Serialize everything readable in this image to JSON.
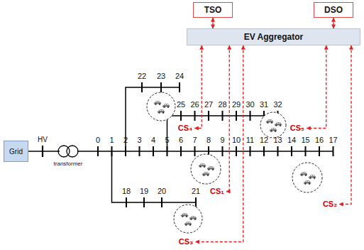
{
  "diagram": {
    "nodes": [
      {
        "text": [
          "TSO"
        ]
      },
      {
        "text": [
          "DSO"
        ]
      },
      {
        "text": [
          "EV Aggregator"
        ]
      },
      {
        "text": [
          "Grid"
        ]
      },
      {
        "text": [
          "CS₄"
        ]
      },
      {
        "text": [
          "CS₅"
        ]
      },
      {
        "text": [
          "CS₁"
        ]
      },
      {
        "text": [
          "CS₂"
        ]
      },
      {
        "text": [
          "CS₃"
        ]
      }
    ],
    "edges": [
      {
        "from": 0,
        "to": 2,
        "arrow": "both"
      },
      {
        "from": 1,
        "to": 2,
        "arrow": "both"
      },
      {
        "from": 2,
        "to": 4,
        "arrow": "both"
      },
      {
        "from": 2,
        "to": 5,
        "arrow": "both"
      },
      {
        "from": 2,
        "to": 6,
        "arrow": "both"
      },
      {
        "from": 2,
        "to": 7,
        "arrow": "both"
      },
      {
        "from": 2,
        "to": 8,
        "arrow": "both"
      }
    ],
    "labels": [
      "HV",
      "transformer",
      "0",
      "1",
      "2",
      "3",
      "4",
      "5",
      "6",
      "7",
      "8",
      "9",
      "10",
      "11",
      "12",
      "13",
      "14",
      "15",
      "16",
      "17",
      "18",
      "19",
      "20",
      "21",
      "22",
      "23",
      "24",
      "25",
      "26",
      "27",
      "28",
      "29",
      "30",
      "31",
      "32"
    ]
  }
}
